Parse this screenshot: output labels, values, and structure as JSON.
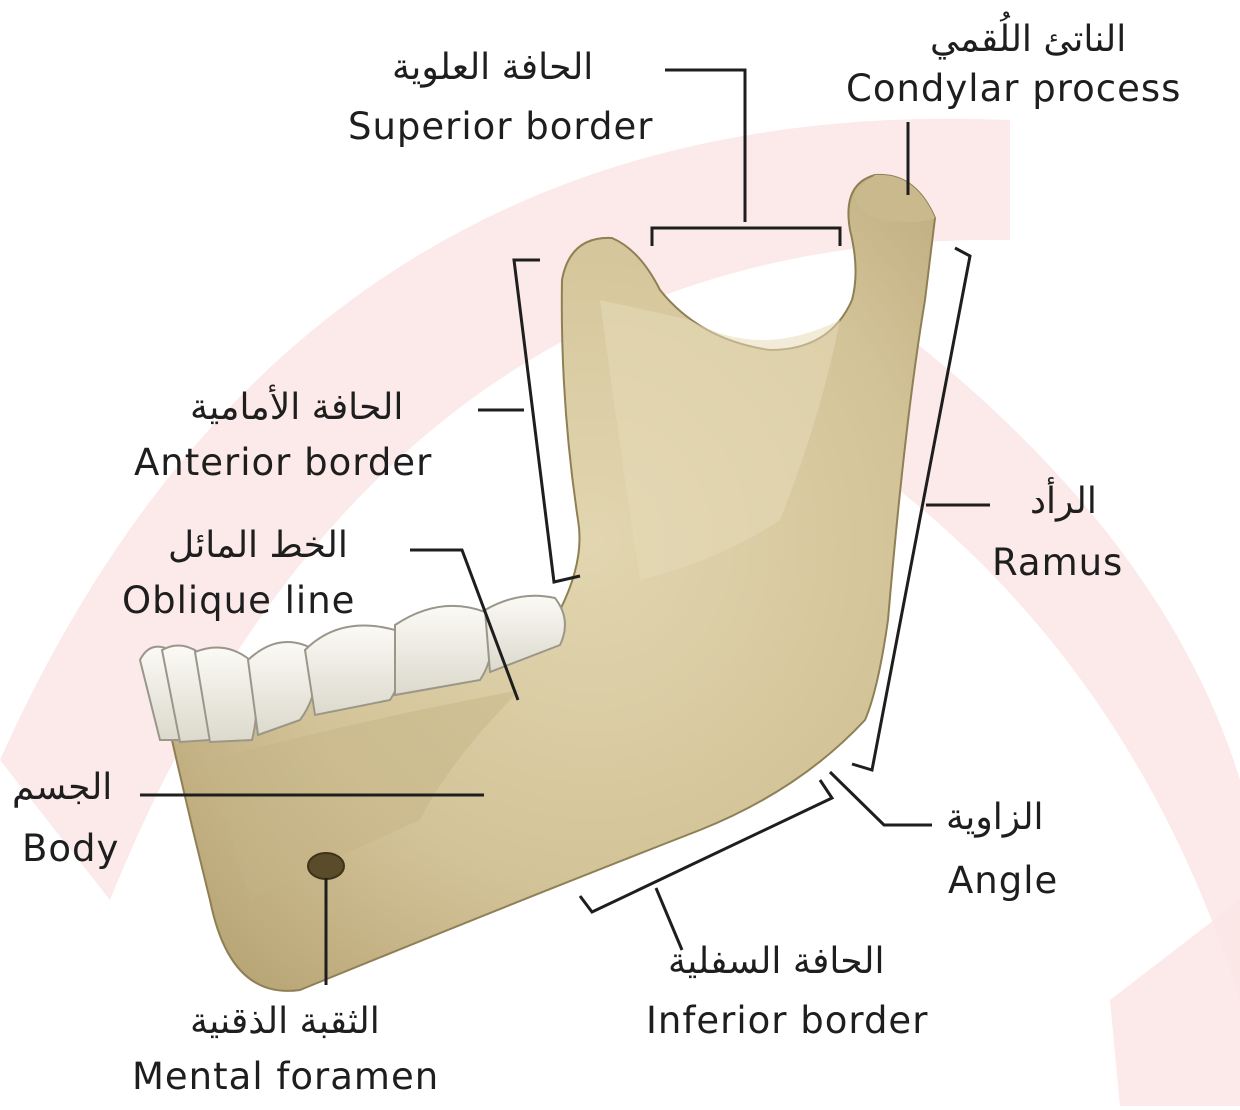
{
  "colors": {
    "background": "#ffffff",
    "watermark": "#fbe3e3",
    "bone_fill": "#d9cba0",
    "bone_shadow": "#b8a578",
    "tooth_fill": "#f1efe6",
    "leader_line": "#1e1e1e",
    "label_text": "#1e1e1e"
  },
  "labels": {
    "condylar_process": {
      "ar": "الناتئ اللُقمي",
      "en": "Condylar process"
    },
    "superior_border": {
      "ar": "الحافة العلوية",
      "en": "Superior border"
    },
    "anterior_border": {
      "ar": "الحافة الأمامية",
      "en": "Anterior border"
    },
    "oblique_line": {
      "ar": "الخط المائل",
      "en": "Oblique line"
    },
    "ramus": {
      "ar": "الرأد",
      "en": "Ramus"
    },
    "body": {
      "ar": "الجسم",
      "en": "Body"
    },
    "angle": {
      "ar": "الزاوية",
      "en": "Angle"
    },
    "inferior_border": {
      "ar": "الحافة السفلية",
      "en": "Inferior border"
    },
    "mental_foramen": {
      "ar": "الثقبة الذقنية",
      "en": "Mental foramen"
    }
  }
}
